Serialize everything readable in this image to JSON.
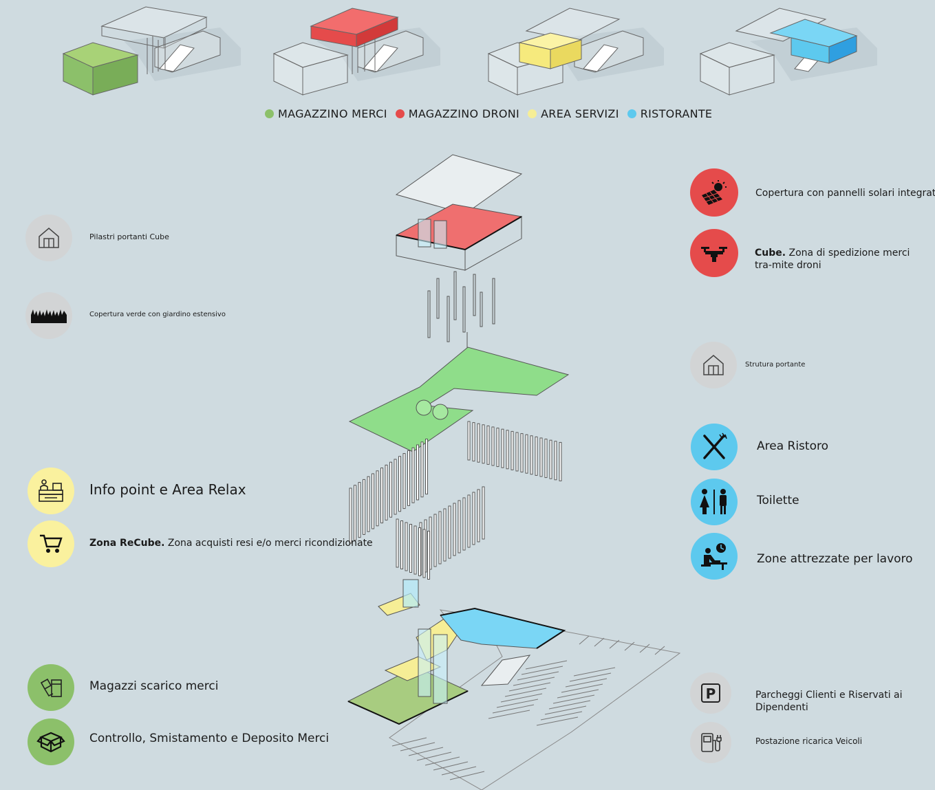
{
  "legend": [
    {
      "label": "MAGAZZINO MERCI",
      "color": "#8cc06a"
    },
    {
      "label": "MAGAZZINO DRONI",
      "color": "#e54b4b"
    },
    {
      "label": "AREA SERVIZI",
      "color": "#f6ee96"
    },
    {
      "label": "RISTORANTE",
      "color": "#5dc9ee"
    }
  ],
  "left": {
    "pilastri": "Pilastri portanti Cube",
    "copertura_verde": "Copertura verde con giardino estensivo",
    "info_point": "Info point e Area Relax",
    "recube_bold": "Zona ReCube.",
    "recube_rest": " Zona acquisti resi e/o merci ricondizionate",
    "magazzi": "Magazzi scarico merci",
    "controllo": "Controllo, Smistamento e Deposito Merci"
  },
  "right": {
    "pannelli": "Copertura con pannelli solari integrati",
    "cube_bold": "Cube.",
    "cube_rest": " Zona di spedizione merci tra-mite droni",
    "struttura": "Strutura portante",
    "ristoro": "Area Ristoro",
    "toilette": "Toilette",
    "lavoro": "Zone attrezzate per lavoro",
    "parcheggi": "Parcheggi Clienti e Riservati ai Dipendenti",
    "ricarica": "Postazione ricarica Veicoli"
  },
  "icons": {
    "pilastri": "house-outline-icon",
    "copertura_verde": "grass-icon",
    "info_point": "info-desk-icon",
    "recube": "shopping-cart-icon",
    "magazzi": "unloading-box-icon",
    "controllo": "open-box-icon",
    "pannelli": "solar-panel-icon",
    "cube": "drone-icon",
    "struttura": "house-outline-icon",
    "ristoro": "fork-knife-icon",
    "toilette": "restroom-icon",
    "lavoro": "desk-worker-icon",
    "parcheggi": "parking-icon",
    "ricarica": "ev-charger-icon"
  }
}
